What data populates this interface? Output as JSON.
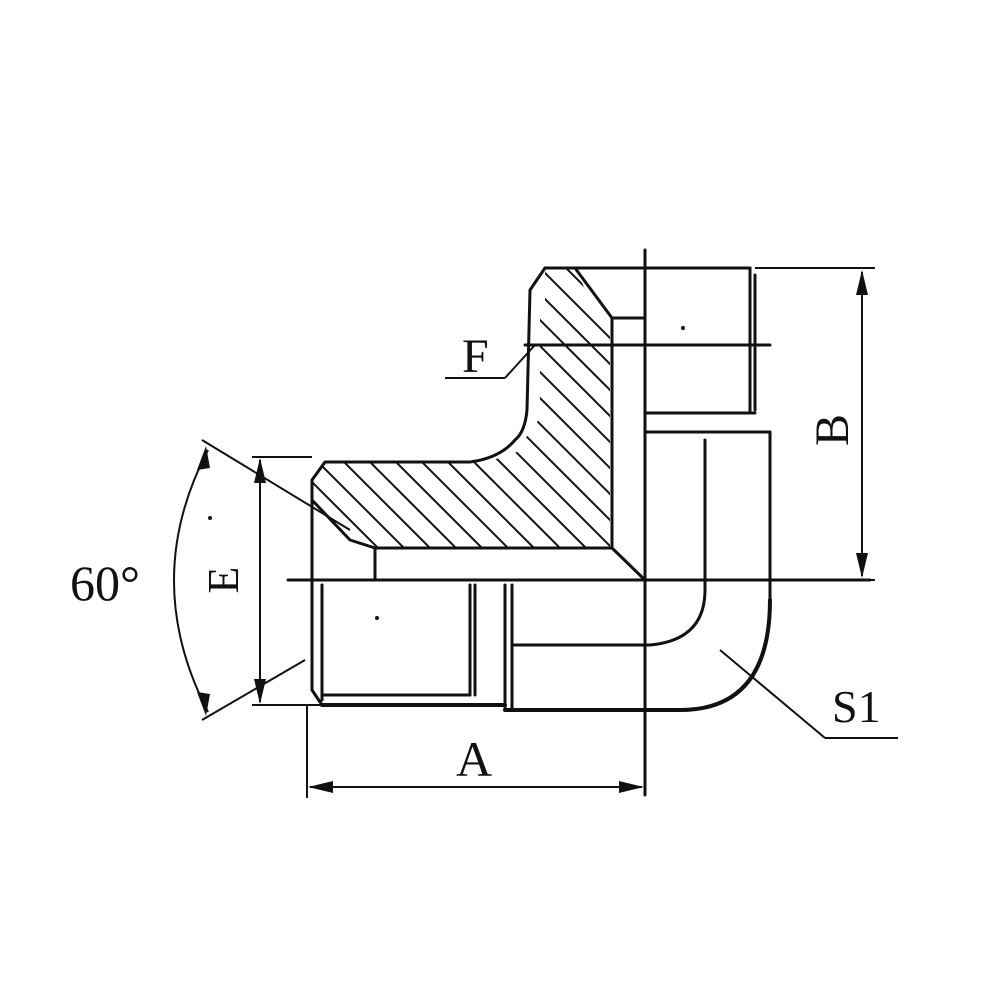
{
  "labels": {
    "angle": "60°",
    "dim_a": "A",
    "dim_b": "B",
    "dim_e": "E",
    "thread_f": "F",
    "hex_s1": "S1"
  },
  "colors": {
    "line": "#111111",
    "background": "#ffffff"
  }
}
